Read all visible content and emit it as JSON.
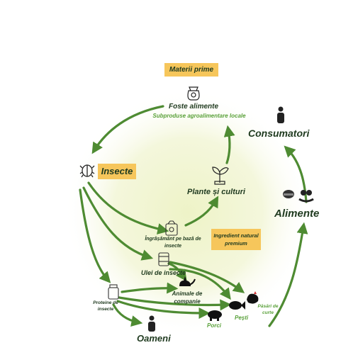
{
  "labels": {
    "materii_prime": "Materii prime",
    "foste_alimente": "Foste alimente",
    "subproduse": "Subproduse agroalimentare locale",
    "consumatori": "Consumatori",
    "insecte": "Insecte",
    "plante": "Plante și culturi",
    "alimente": "Alimente",
    "ingrasamant": "Îngrășământ pe bază de insecte",
    "ingredient": "Ingredient natural premium",
    "ulei": "Ulei de insecte",
    "animale": "Animale de companie",
    "proteine": "Proteine de insecte",
    "pasari": "Păsări de curte",
    "pesti": "Pești",
    "porci": "Porci",
    "oameni": "Oameni"
  },
  "icons": [
    "sack-icon",
    "person-icon",
    "beetle-icon",
    "plant-icon",
    "food-icon",
    "fertilizer-bag-icon",
    "oil-jar-icon",
    "cat-dog-icon",
    "protein-jar-icon",
    "chicken-icon",
    "fish-icon",
    "pig-icon",
    "person-icon-2"
  ],
  "colors": {
    "arrow": "#4e8b32",
    "tag": "#f6c65b",
    "glow": "#f6f8dd",
    "dark_text": "#1f3a1f",
    "green_text": "#5aa13a"
  }
}
